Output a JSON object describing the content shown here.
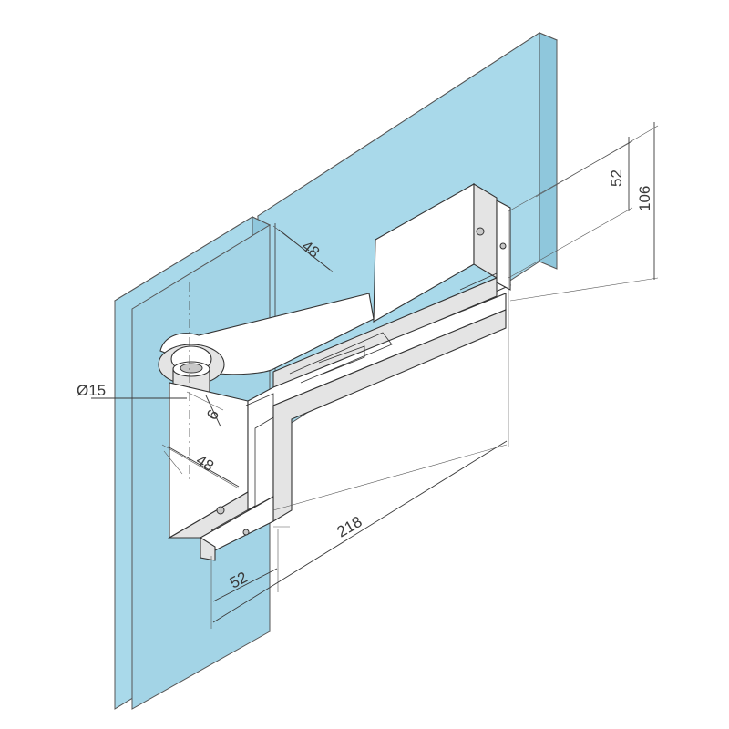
{
  "dimensions": {
    "top_offset": "48",
    "height_upper": "52",
    "height_total": "106",
    "pin_diameter": "Ø15",
    "pin_offset": "6",
    "pin_depth": "48",
    "length": "218",
    "width": "52"
  }
}
